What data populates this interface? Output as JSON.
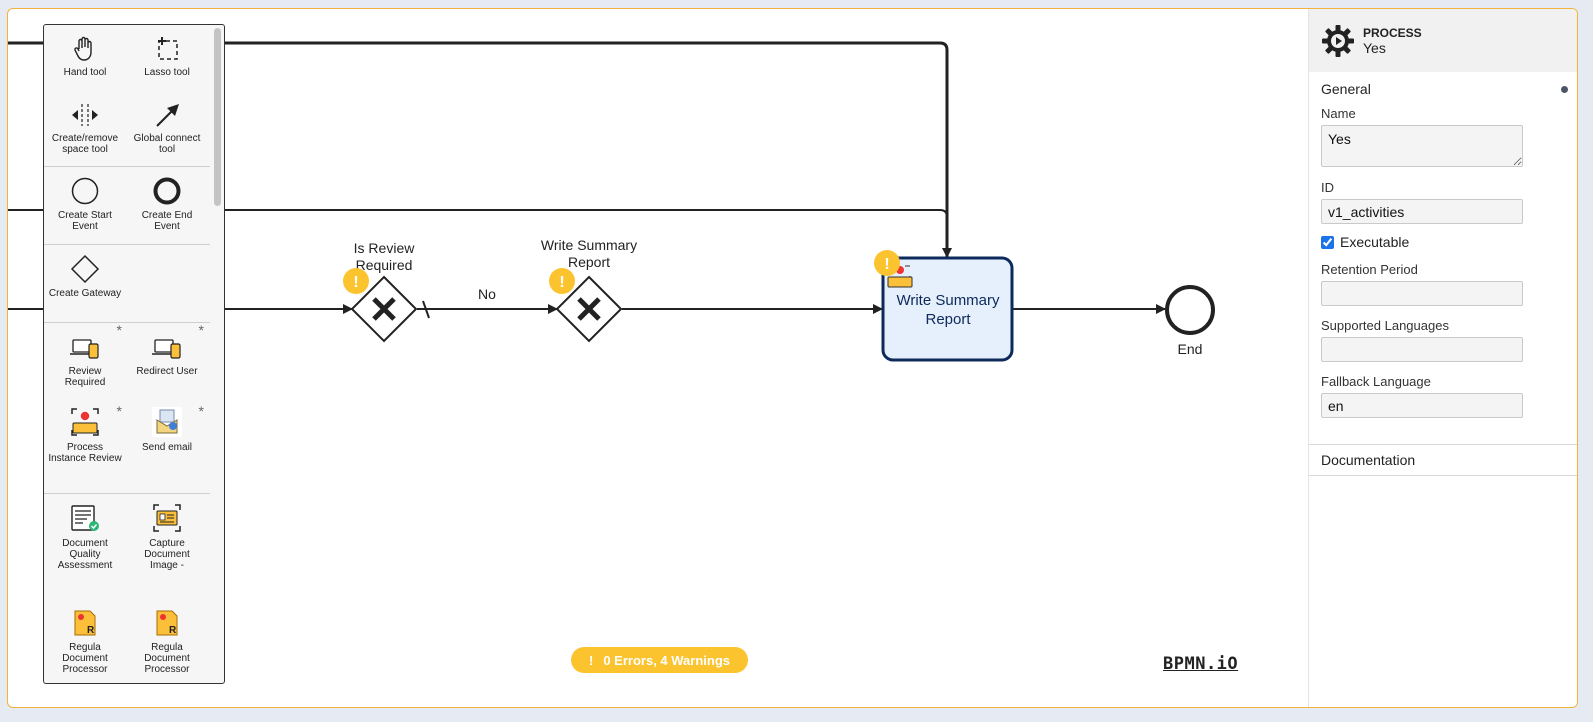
{
  "palette": {
    "groups": [
      {
        "entries": [
          {
            "label": "Hand tool",
            "icon": "hand-icon"
          },
          {
            "label": "Lasso tool",
            "icon": "lasso-icon"
          },
          {
            "label": "Create/remove space tool",
            "icon": "space-tool-icon"
          },
          {
            "label": "Global connect tool",
            "icon": "connect-arrow-icon"
          }
        ]
      },
      {
        "entries": [
          {
            "label": "Create Start Event",
            "icon": "start-event-icon"
          },
          {
            "label": "Create End Event",
            "icon": "end-event-icon"
          }
        ]
      },
      {
        "entries": [
          {
            "label": "Create Gateway",
            "icon": "gateway-icon"
          }
        ]
      },
      {
        "entries": [
          {
            "label": "Review Required",
            "icon": "laptop-phone-icon",
            "star": "*"
          },
          {
            "label": "Redirect User",
            "icon": "laptop-phone-icon",
            "star": "*"
          },
          {
            "label": "Process Instance Review",
            "icon": "scan-icon",
            "star": "*"
          },
          {
            "label": "Send email",
            "icon": "email-icon",
            "star": "*"
          }
        ]
      },
      {
        "entries": [
          {
            "label": "Document Quality Assessment",
            "icon": "document-check-icon"
          },
          {
            "label": "Capture Document Image -",
            "icon": "capture-doc-icon"
          },
          {
            "label": "Regula Document Processor",
            "icon": "regula-icon"
          },
          {
            "label": "Regula Document Processor",
            "icon": "regula-icon"
          }
        ]
      }
    ]
  },
  "diagram": {
    "gateway1_label_l1": "Is Review",
    "gateway1_label_l2": "Required",
    "flow_no_label": "No",
    "gateway2_label_l1": "Write Summary",
    "gateway2_label_l2": "Report",
    "task_label_l1": "Write Summary",
    "task_label_l2": "Report",
    "end_label": "End",
    "warning_mark": "!"
  },
  "properties": {
    "header_type": "PROCESS",
    "header_name": "Yes",
    "general_title": "General",
    "name_label": "Name",
    "name_value": "Yes",
    "id_label": "ID",
    "id_value": "v1_activities",
    "executable_label": "Executable",
    "retention_label": "Retention Period",
    "retention_value": "",
    "languages_label": "Supported Languages",
    "languages_value": "",
    "fallback_label": "Fallback Language",
    "fallback_value": "en",
    "documentation_title": "Documentation"
  },
  "status": {
    "warnings_bang": "!",
    "warnings_text": "0 Errors, 4 Warnings"
  },
  "logo": {
    "text": "BPMN.iO"
  },
  "colors": {
    "accent": "#fbbf3a",
    "warning": "#fbc42f",
    "task_fill": "#e6effc",
    "task_stroke": "#0d2a5a"
  }
}
